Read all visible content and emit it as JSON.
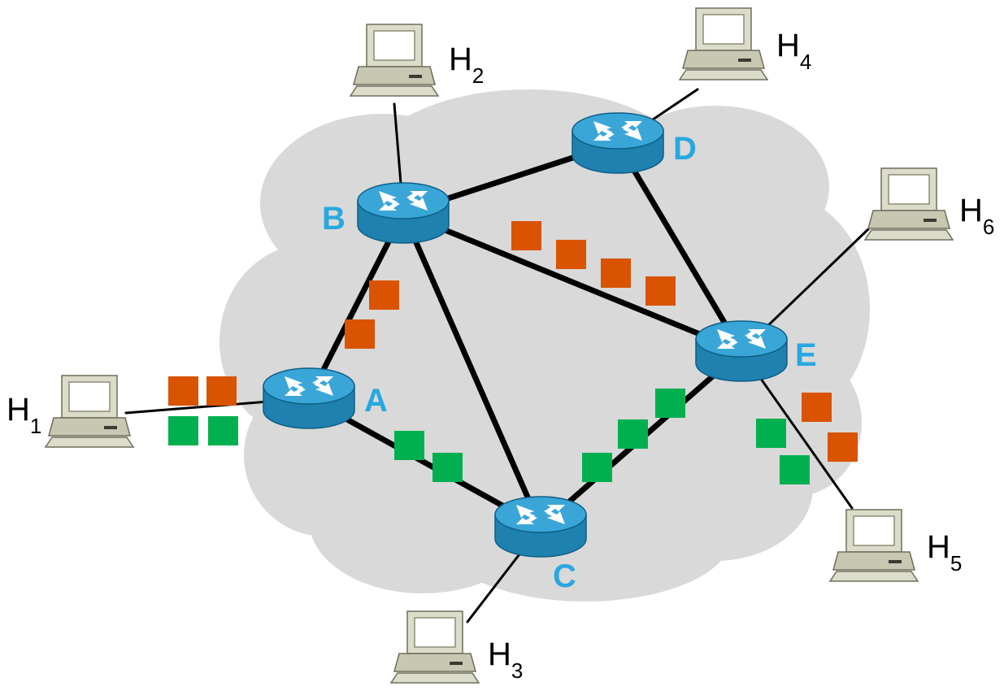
{
  "colors": {
    "cloud": "#d9d9d9",
    "router_body": "#1e81b0",
    "router_top": "#3aa6d8",
    "router_label": "#29a8e0",
    "packet_orange": "#d95300",
    "packet_green": "#00b050",
    "link": "#000000"
  },
  "routers": [
    {
      "id": "A",
      "label": "A"
    },
    {
      "id": "B",
      "label": "B"
    },
    {
      "id": "C",
      "label": "C"
    },
    {
      "id": "D",
      "label": "D"
    },
    {
      "id": "E",
      "label": "E"
    }
  ],
  "hosts": [
    {
      "id": "H1",
      "letter": "H",
      "sub": "1"
    },
    {
      "id": "H2",
      "letter": "H",
      "sub": "2"
    },
    {
      "id": "H3",
      "letter": "H",
      "sub": "3"
    },
    {
      "id": "H4",
      "letter": "H",
      "sub": "4"
    },
    {
      "id": "H5",
      "letter": "H",
      "sub": "5"
    },
    {
      "id": "H6",
      "letter": "H",
      "sub": "6"
    }
  ],
  "links": [
    [
      "A",
      "B"
    ],
    [
      "A",
      "C"
    ],
    [
      "B",
      "C"
    ],
    [
      "B",
      "D"
    ],
    [
      "B",
      "E"
    ],
    [
      "C",
      "E"
    ],
    [
      "D",
      "E"
    ],
    [
      "H1",
      "A"
    ],
    [
      "H2",
      "B"
    ],
    [
      "H3",
      "C"
    ],
    [
      "H4",
      "D"
    ],
    [
      "H5",
      "E"
    ],
    [
      "H6",
      "E"
    ]
  ]
}
